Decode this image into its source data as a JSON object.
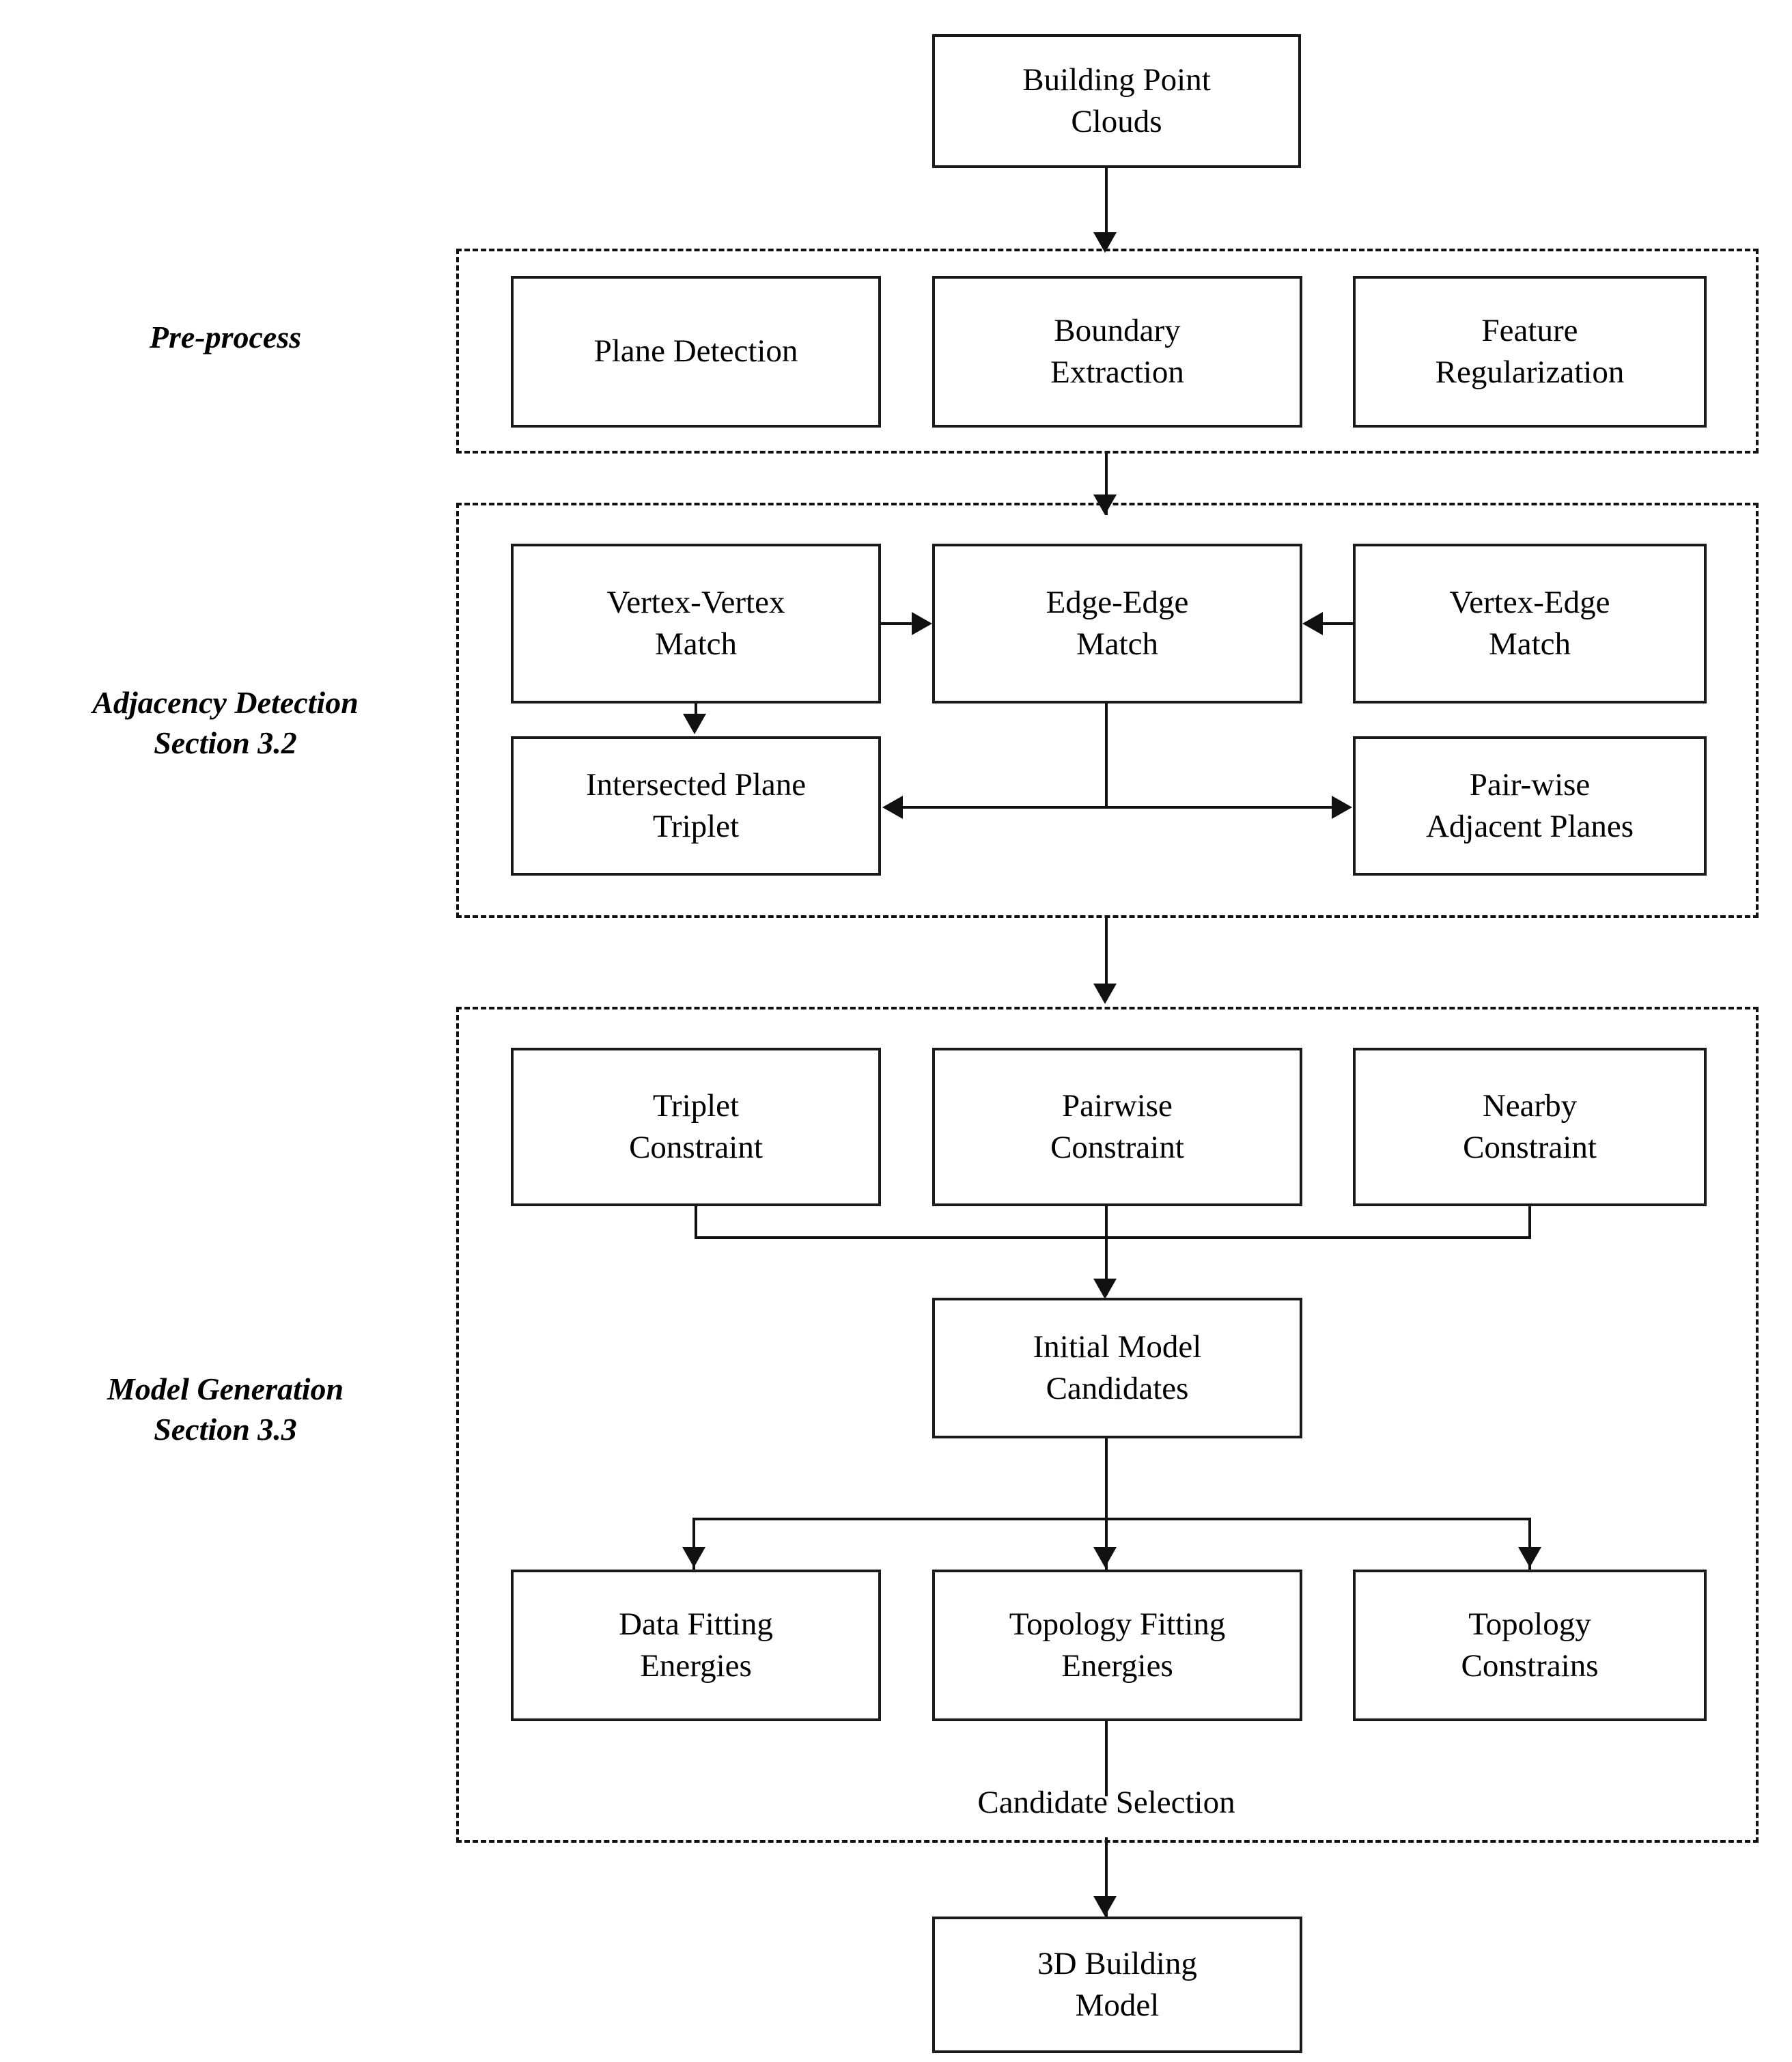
{
  "diagram": {
    "title_box": {
      "label": "Building Point\nClouds"
    },
    "sections": [
      {
        "id": "pre-process",
        "label": "Pre-process"
      },
      {
        "id": "adjacency-detection",
        "label": "Adjacency Detection\nSection 3.2"
      },
      {
        "id": "model-generation",
        "label": "Model Generation\nSection 3.3"
      }
    ],
    "pre_process": {
      "nodes": [
        {
          "label": "Plane Detection"
        },
        {
          "label": "Boundary\nExtraction"
        },
        {
          "label": "Feature\nRegularization"
        }
      ]
    },
    "adjacency_detection": {
      "nodes": [
        {
          "label": "Vertex-Vertex\nMatch"
        },
        {
          "label": "Edge-Edge\nMatch"
        },
        {
          "label": "Vertex-Edge\nMatch"
        },
        {
          "label": "Intersected Plane\nTriplet"
        },
        {
          "label": "Pair-wise\nAdjacent Planes"
        }
      ]
    },
    "model_generation": {
      "constraints": [
        {
          "label": "Triplet\nConstraint"
        },
        {
          "label": "Pairwise\nConstraint"
        },
        {
          "label": "Nearby\nConstraint"
        }
      ],
      "candidates": {
        "label": "Initial Model\nCandidates"
      },
      "energies": [
        {
          "label": "Data Fitting\nEnergies"
        },
        {
          "label": "Topology Fitting\nEnergies"
        },
        {
          "label": "Topology\nConstrains"
        }
      ],
      "selection_caption": "Candidate Selection"
    },
    "output_box": {
      "label": "3D Building\nModel"
    },
    "colors": {
      "stroke": "#111111",
      "box_border": "#1a1a1a",
      "background": "#ffffff",
      "text": "#000000"
    }
  }
}
